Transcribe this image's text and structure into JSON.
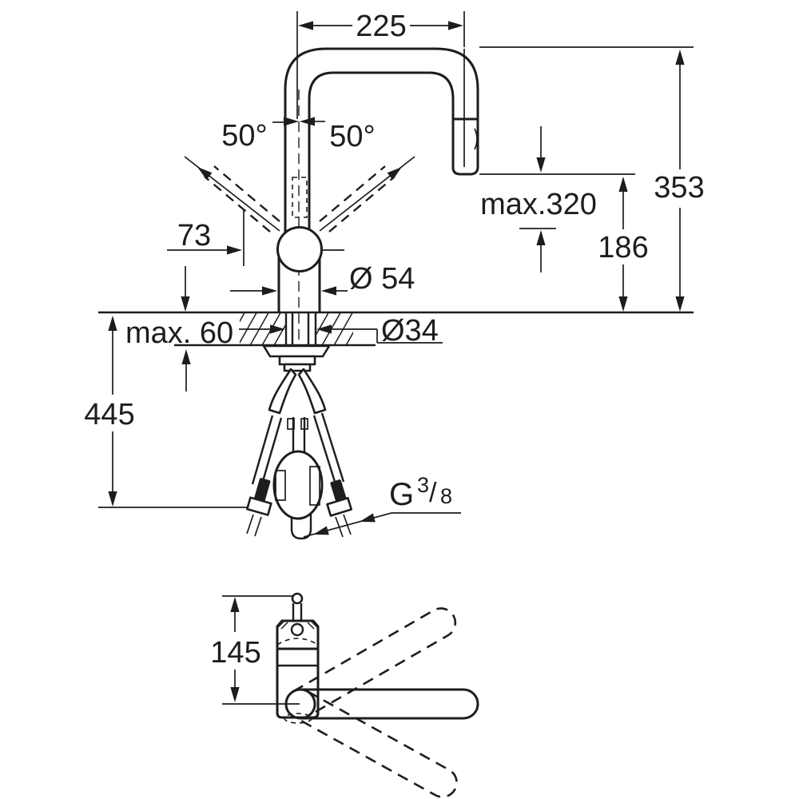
{
  "colors": {
    "line": "#1d1d1b",
    "background": "#ffffff"
  },
  "side_view": {
    "dim_spout_reach": "225",
    "dim_lever_angle_left": "50°",
    "dim_lever_angle_right": "50°",
    "dim_lever_offset": "73",
    "dim_outlet_max_height": "max.320",
    "dim_outlet_height": "186",
    "dim_total_height": "353",
    "dim_body_diameter": "Ø 54",
    "dim_deck_max_thickness": "max. 60",
    "dim_hole_diameter": "Ø34",
    "dim_below_deck_length": "445",
    "thread_label": {
      "letter": "G",
      "numerator": "3",
      "slash": "/",
      "denominator": "8"
    }
  },
  "top_view": {
    "dim_swivel_offset": "145"
  }
}
